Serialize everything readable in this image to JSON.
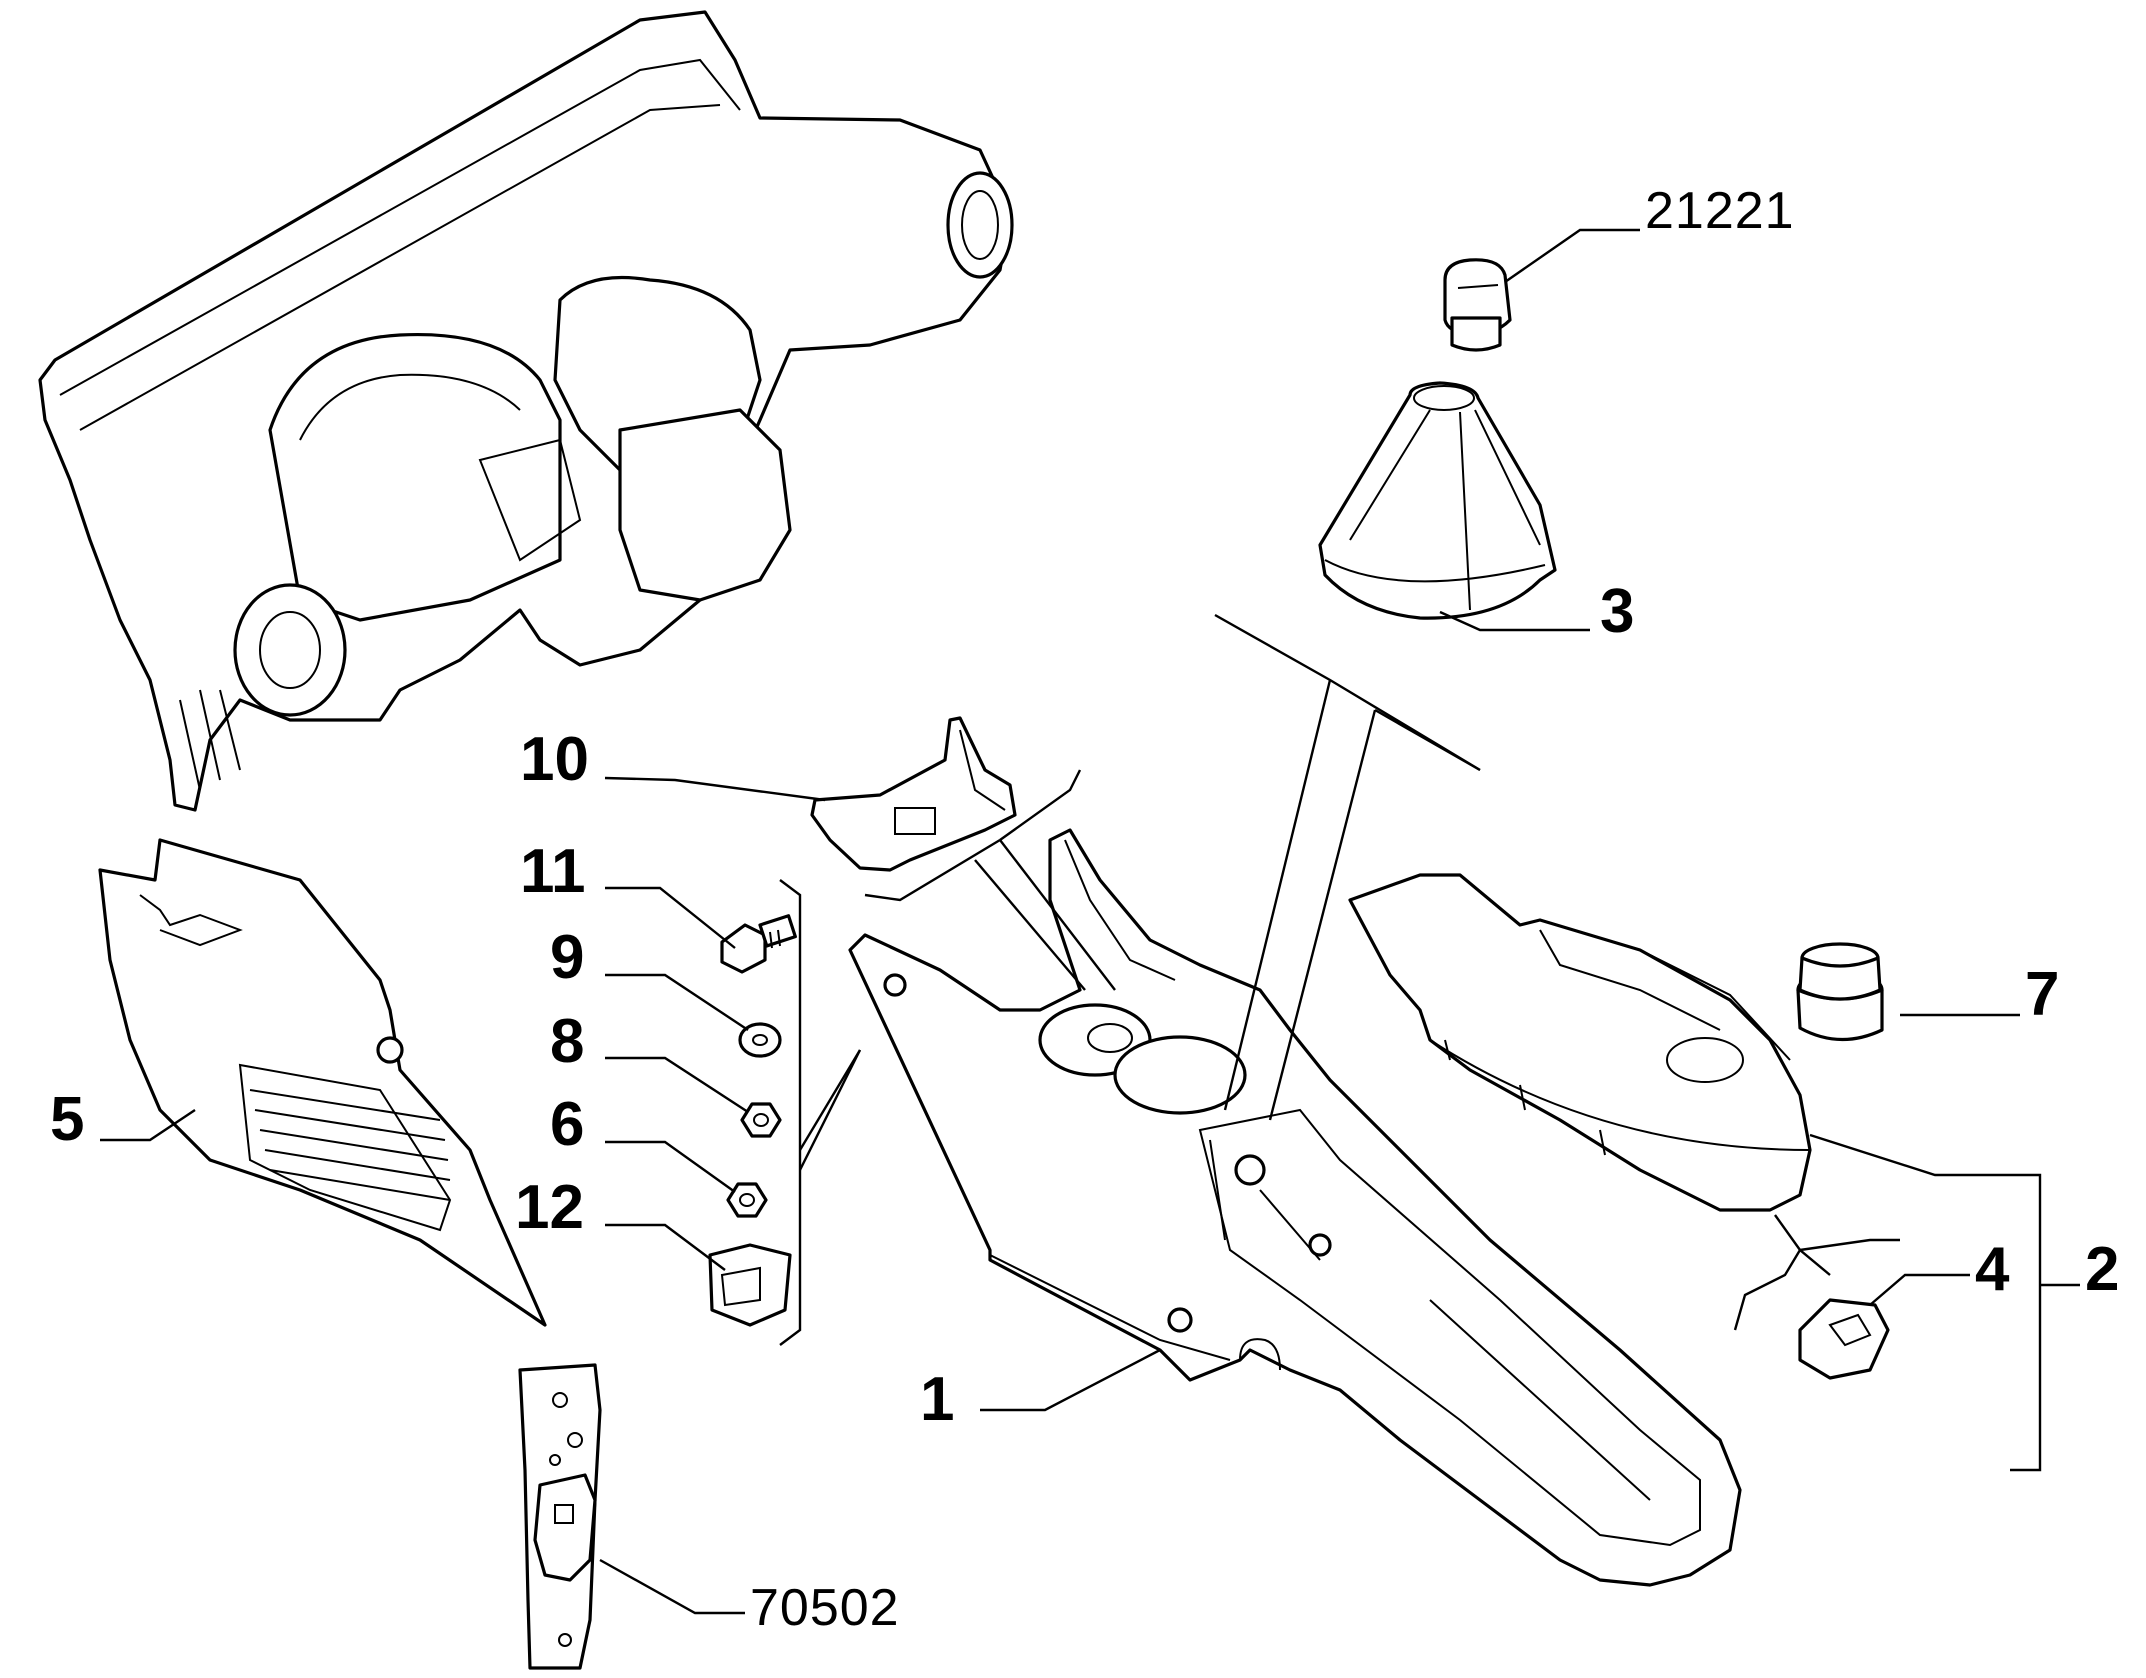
{
  "labels": {
    "l_21221": "21221",
    "l_3": "3",
    "l_10": "10",
    "l_11": "11",
    "l_9": "9",
    "l_8": "8",
    "l_6": "6",
    "l_12": "12",
    "l_5": "5",
    "l_7": "7",
    "l_4": "4",
    "l_2": "2",
    "l_1": "1",
    "l_70502": "70502"
  }
}
